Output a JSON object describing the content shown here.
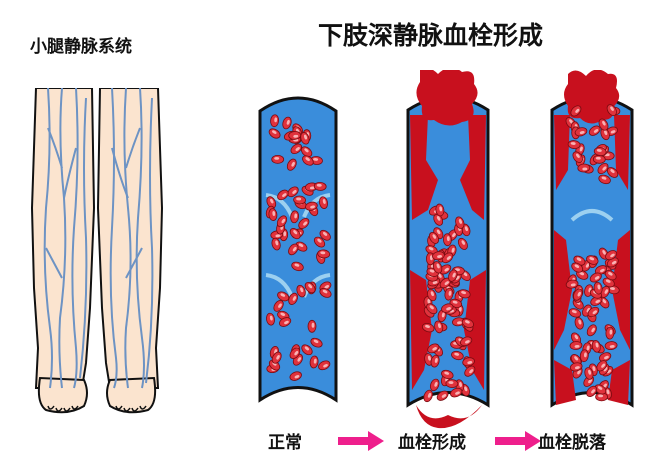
{
  "left_title": "小腿静脉系统",
  "main_title": "下肢深静脉血栓形成",
  "stages": [
    {
      "label": "正常"
    },
    {
      "label": "血栓形成"
    },
    {
      "label": "血栓脱落"
    }
  ],
  "colors": {
    "vein_blue": "#3a8ddb",
    "vein_outline": "#111111",
    "clot_red": "#c8101e",
    "cell_red": "#e0323c",
    "cell_highlight": "#ffd2d2",
    "arrow": "#ee1f8c",
    "skin": "#fbe4cf",
    "leg_vein": "#6d93c4"
  }
}
